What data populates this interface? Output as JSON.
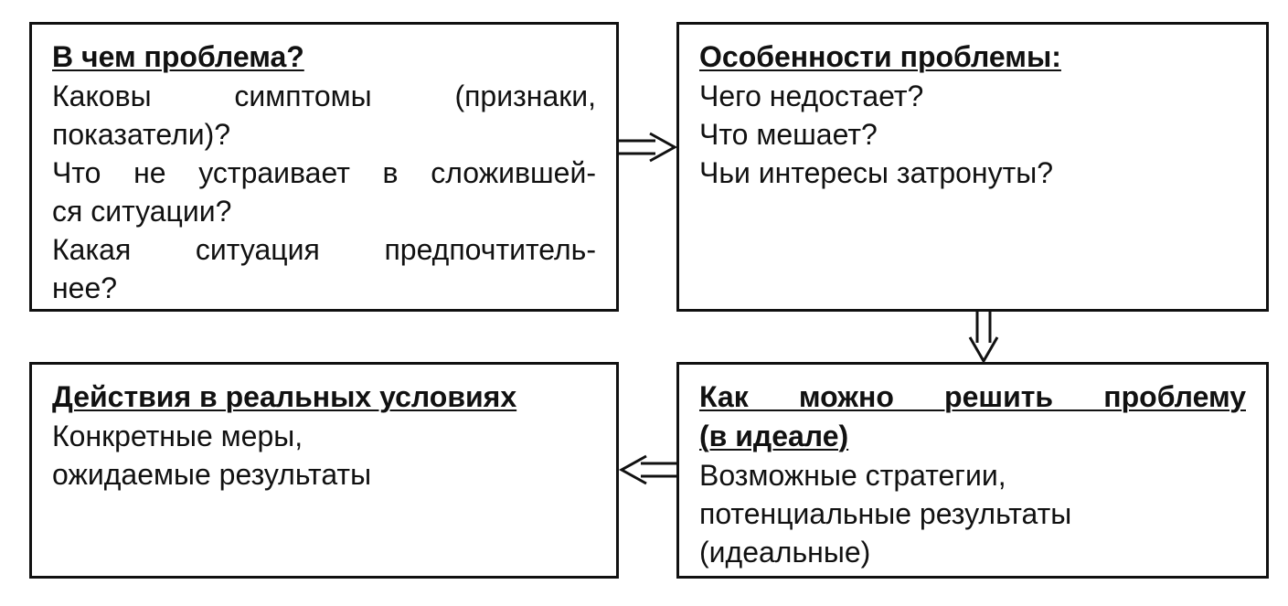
{
  "boxes": {
    "problem": {
      "title": "В чем проблема?",
      "lines": [
        "Каковы симптомы (признаки,",
        "показатели)?",
        "Что не устраивает в сложившей-",
        "ся ситуации?",
        "Какая ситуация предпочтитель-",
        "нее?"
      ]
    },
    "features": {
      "title": "Особенности проблемы:",
      "lines": [
        "Чего недостает?",
        "Что мешает?",
        "Чьи интересы затронуты?"
      ]
    },
    "real_actions": {
      "title": "Действия в реальных условиях",
      "lines": [
        "Конкретные меры,",
        "ожидаемые результаты"
      ]
    },
    "ideal_solution": {
      "title_line1": "Как можно решить проблему",
      "title_line2": "(в идеале)",
      "lines": [
        "Возможные стратегии,",
        "потенциальные результаты",
        "(идеальные)"
      ]
    }
  },
  "arrows": [
    "problem → features",
    "features → ideal_solution",
    "ideal_solution → real_actions"
  ]
}
